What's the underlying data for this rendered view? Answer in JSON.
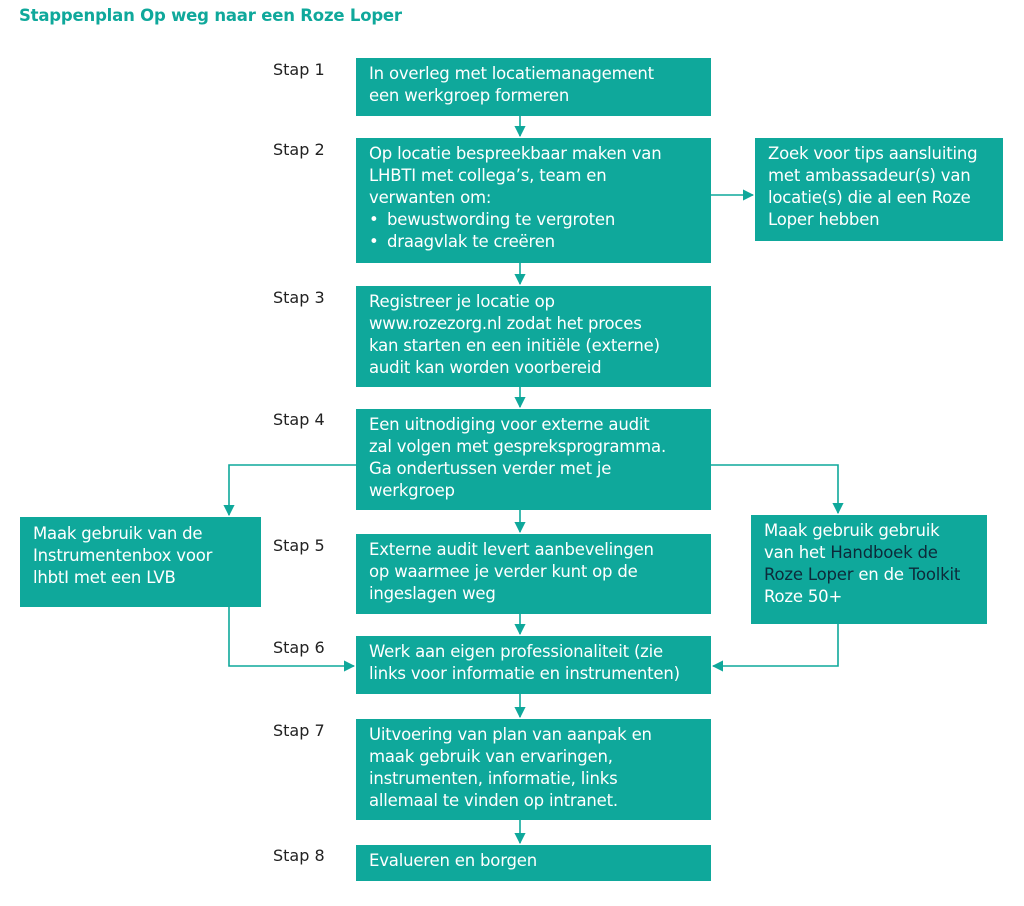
{
  "title": "Stappenplan Op weg naar een Roze Loper",
  "steps": [
    {
      "label": "Stap 1",
      "lines": [
        "In overleg met locatiemanagement",
        "een werkgroep formeren"
      ]
    },
    {
      "label": "Stap 2",
      "lines": [
        "Op locatie bespreekbaar maken van",
        "LHBTI met collega’s, team en",
        "verwanten om:"
      ],
      "bullets": [
        "bewustwording te vergroten",
        "draagvlak te creëren"
      ]
    },
    {
      "label": "Stap 3",
      "lines": [
        "Registreer je locatie op",
        "www.rozezorg.nl zodat het proces",
        "kan starten en een initiële (externe)",
        "audit kan worden voorbereid"
      ]
    },
    {
      "label": "Stap 4",
      "lines": [
        "Een uitnodiging voor externe audit",
        "zal volgen met gespreksprogramma.",
        "Ga ondertussen verder met je",
        "werkgroep"
      ]
    },
    {
      "label": "Stap 5",
      "lines": [
        "Externe audit levert aanbevelingen",
        "op waarmee je verder kunt op de",
        "ingeslagen weg"
      ]
    },
    {
      "label": "Stap 6",
      "lines": [
        "Werk aan eigen professionaliteit (zie",
        "links voor informatie en instrumenten)"
      ]
    },
    {
      "label": "Stap 7",
      "lines": [
        "Uitvoering van plan van aanpak en",
        "maak gebruik van ervaringen,",
        "instrumenten, informatie, links",
        "allemaal te vinden op intranet."
      ]
    },
    {
      "label": "Stap 8",
      "lines": [
        "Evalueren en borgen"
      ]
    }
  ],
  "side_boxes": {
    "tips": {
      "lines": [
        "Zoek voor tips aansluiting",
        "met ambassadeur(s) van",
        "locatie(s) die al een Roze",
        "Loper hebben"
      ]
    },
    "instrumentenbox": {
      "lines": [
        "Maak gebruik van de",
        "Instrumentenbox voor",
        "lhbtI met een LVB"
      ]
    },
    "handboek": {
      "line1": "Maak gebruik gebruik",
      "line2_a": "van het ",
      "line2_b": "Handboek de",
      "line3_a": "Roze Loper",
      "line3_b": " en de ",
      "line3_c": "Toolkit",
      "line4": "Roze 50+"
    }
  },
  "bullet_glyph": "•",
  "colors": {
    "teal": "#0fa89b",
    "dark_text": "#0d2a3a"
  }
}
